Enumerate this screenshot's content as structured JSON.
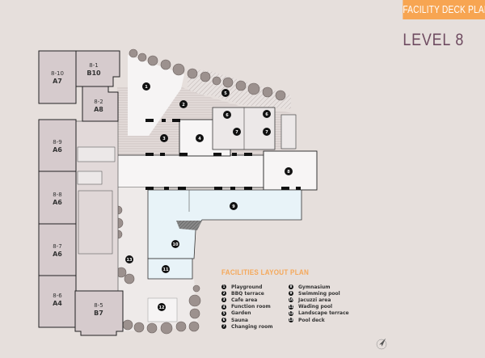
{
  "header": {
    "banner": "FACILITY DECK PLAN",
    "level": "LEVEL 8"
  },
  "units": [
    {
      "id": "8-10",
      "type": "A7"
    },
    {
      "id": "8-1",
      "type": "B10"
    },
    {
      "id": "8-2",
      "type": "A8"
    },
    {
      "id": "8-9",
      "type": "A6"
    },
    {
      "id": "8-8",
      "type": "A6"
    },
    {
      "id": "8-7",
      "type": "A6"
    },
    {
      "id": "8-6",
      "type": "A4"
    },
    {
      "id": "8-5",
      "type": "B7"
    }
  ],
  "markers": [
    "1",
    "2",
    "3",
    "4",
    "5",
    "6",
    "6",
    "7",
    "7",
    "8",
    "9",
    "10",
    "11",
    "12",
    "13"
  ],
  "legend": {
    "title": "FACILITIES LAYOUT PLAN",
    "items": [
      {
        "n": "1",
        "label": "Playground"
      },
      {
        "n": "2",
        "label": "BBQ terrace"
      },
      {
        "n": "3",
        "label": "Cafe area"
      },
      {
        "n": "4",
        "label": "Function room"
      },
      {
        "n": "5",
        "label": "Garden"
      },
      {
        "n": "6",
        "label": "Sauna"
      },
      {
        "n": "7",
        "label": "Changing room"
      },
      {
        "n": "8",
        "label": "Gymnasium"
      },
      {
        "n": "9",
        "label": "Swimming pool"
      },
      {
        "n": "10",
        "label": "Jacuzzi area"
      },
      {
        "n": "11",
        "label": "Wading pool"
      },
      {
        "n": "12",
        "label": "Landscape terrace"
      },
      {
        "n": "13",
        "label": "Pool deck"
      }
    ]
  },
  "colors": {
    "banner": "#f7a552",
    "level": "#6e4a60",
    "unit": "#d6cbcd",
    "pool": "#e8f3f8",
    "background": "#e6dfdc"
  }
}
